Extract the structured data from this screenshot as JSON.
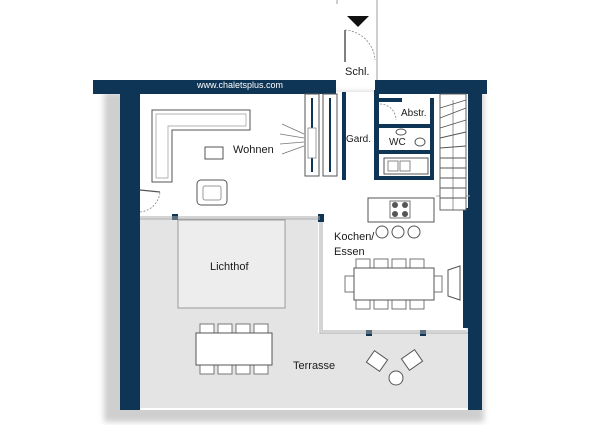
{
  "header": {
    "website": "www.chaletsplus.com"
  },
  "rooms": {
    "wohnen": "Wohnen",
    "schl": "Schl.",
    "abstr": "Abstr.",
    "gard": "Gard.",
    "wc": "WC",
    "kochen": "Kochen/",
    "essen": "Essen",
    "lichthof": "Lichthof",
    "terrasse": "Terrasse"
  },
  "colors": {
    "wall": "#0f3556",
    "terrace": "#e4e4e4",
    "furniture_stroke": "#555555",
    "background": "#ffffff"
  },
  "icons": {
    "entrance": "entrance-arrow-icon"
  }
}
